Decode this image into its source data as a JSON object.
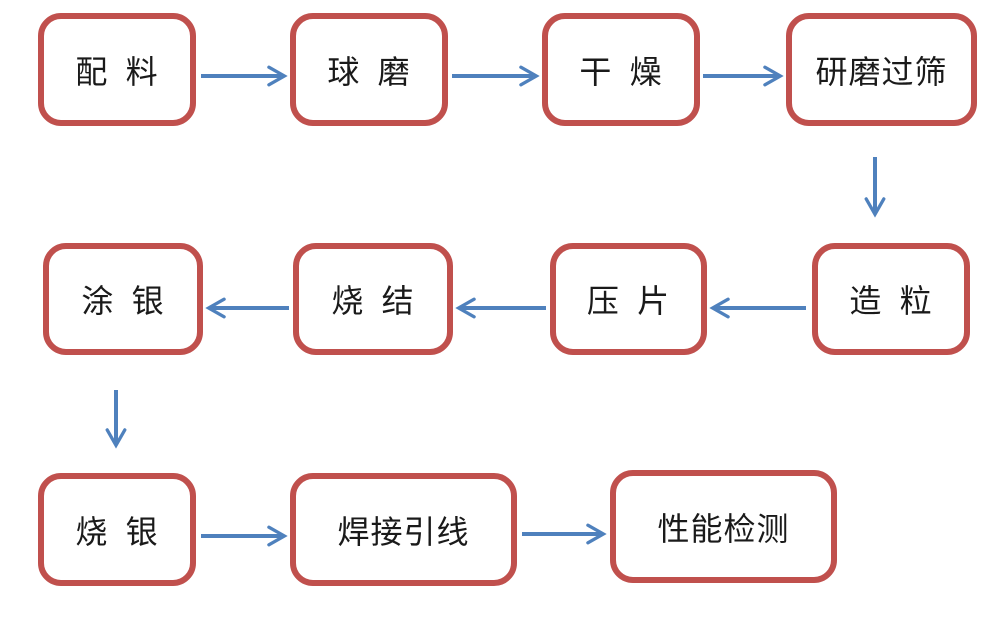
{
  "diagram": {
    "type": "flowchart",
    "description_language": "zh-CN",
    "colors": {
      "node_border": "#C0504D",
      "arrow": "#4F81BD",
      "text": "#1A1A1A",
      "background": "#FFFFFF"
    },
    "nodes": [
      {
        "id": "peiliao",
        "label": "配 料"
      },
      {
        "id": "qiumo",
        "label": "球 磨"
      },
      {
        "id": "ganzao",
        "label": "干 燥"
      },
      {
        "id": "yanmo-guoshai",
        "label": "研磨过筛"
      },
      {
        "id": "zaoli",
        "label": "造 粒"
      },
      {
        "id": "yapian",
        "label": "压 片"
      },
      {
        "id": "shaojie",
        "label": "烧 结"
      },
      {
        "id": "tuyin",
        "label": "涂 银"
      },
      {
        "id": "shaoyin",
        "label": "烧 银"
      },
      {
        "id": "hanjie-yinxian",
        "label": "焊接引线"
      },
      {
        "id": "xingneng-jiance",
        "label": "性能检测"
      }
    ],
    "edges": [
      {
        "from": "配 料",
        "to": "球 磨",
        "direction": "right"
      },
      {
        "from": "球 磨",
        "to": "干 燥",
        "direction": "right"
      },
      {
        "from": "干 燥",
        "to": "研磨过筛",
        "direction": "right"
      },
      {
        "from": "研磨过筛",
        "to": "造 粒",
        "direction": "down"
      },
      {
        "from": "造 粒",
        "to": "压 片",
        "direction": "left"
      },
      {
        "from": "压 片",
        "to": "烧 结",
        "direction": "left"
      },
      {
        "from": "烧 结",
        "to": "涂 银",
        "direction": "left"
      },
      {
        "from": "涂 银",
        "to": "烧 银",
        "direction": "down"
      },
      {
        "from": "烧 银",
        "to": "焊接引线",
        "direction": "right"
      },
      {
        "from": "焊接引线",
        "to": "性能检测",
        "direction": "right"
      }
    ]
  }
}
